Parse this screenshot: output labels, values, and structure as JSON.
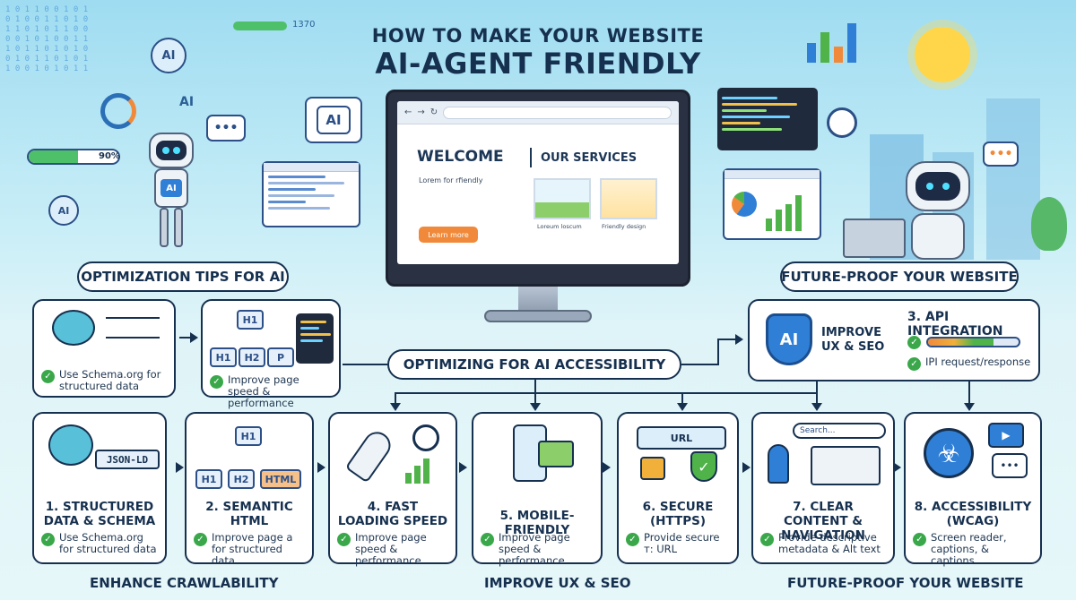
{
  "header": {
    "title_line1": "HOW TO MAKE YOUR WEBSITE",
    "title_line2": "AI-AGENT FRIENDLY",
    "left_badges": [
      "AI",
      "AI",
      "AI"
    ],
    "left_progress": "90%",
    "left_counter": "1370",
    "ai_card": "AI"
  },
  "monitor": {
    "welcome": "WELCOME",
    "services": "OUR SERVICES",
    "lorem": "Lorem for rfiendly",
    "button": "Learn more",
    "caption1": "Loreum loscum",
    "caption2": "Friendly design"
  },
  "pills": {
    "left": "OPTIMIZATION TIPS FOR AI",
    "right": "FUTURE-PROOF YOUR WEBSITE",
    "center": "OPTIMIZING FOR AI ACCESSIBILITY"
  },
  "top_cards": [
    {
      "check": "Use Schema.org for structured data"
    },
    {
      "tags": [
        "H1",
        "H1",
        "H2",
        "P"
      ],
      "check": "Improve page speed & performance"
    }
  ],
  "api_card": {
    "shield": "AI",
    "improve": "IMPROVE UX & SEO",
    "title": "3. API INTEGRATION",
    "check": "IPI request/response",
    "progress": 0.72
  },
  "cards": [
    {
      "title": "1. STRUCTURED DATA & SCHEMA",
      "badge": "JSON-LD",
      "check": "Use Schema.org for structured data"
    },
    {
      "title": "2. SEMANTIC HTML",
      "tags": [
        "H1",
        "H1",
        "H2",
        "HTML"
      ],
      "check": "Improve page a for structured data"
    },
    {
      "title": "4. FAST LOADING SPEED",
      "check": "Improve page speed & performance"
    },
    {
      "title": "5. MOBILE-FRIENDLY",
      "check": "Improve page speed & performance"
    },
    {
      "title": "6. SECURE (HTTPS)",
      "badge": "URL",
      "check": "Provide secure ᴛ: URL"
    },
    {
      "title": "7. CLEAR CONTENT & NAVIGATION",
      "badge": "Search...",
      "check": "Provide descriptive metadata & Alt text"
    },
    {
      "title": "8. ACCESSIBILITY (WCAG)",
      "check": "Screen reader, captions, & captions"
    }
  ],
  "footer": {
    "left": "ENHANCE CRAWLABILITY",
    "center": "IMPROVE UX & SEO",
    "right": "FUTURE-PROOF YOUR WEBSITE"
  },
  "colors": {
    "navy": "#16304f",
    "check_green": "#3aa84a",
    "button_orange": "#f08a3a",
    "accent_blue": "#2f7fd6"
  },
  "icons": [
    "brain-network-icon",
    "html-tree-icon",
    "rocket-icon",
    "stopwatch-icon",
    "phone-tablet-icon",
    "padlock-icon",
    "shield-check-icon",
    "person-menu-icon",
    "accessibility-icon",
    "chat-bubble-icon",
    "play-icon",
    "robot-icon",
    "sun-icon"
  ]
}
